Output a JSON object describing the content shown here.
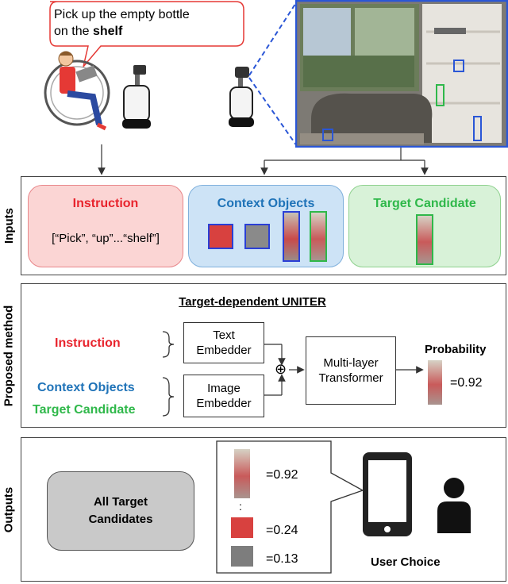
{
  "speech": {
    "line1": "Pick up the empty bottle",
    "line2": "on the ",
    "line2_bold": "shelf"
  },
  "sections": {
    "inputs": "Inputs",
    "proposed": "Proposed method",
    "outputs": "Outputs"
  },
  "inputs": {
    "instruction_title": "Instruction",
    "instruction_text": "[“Pick”, “up”...“shelf”]",
    "context_title": "Context Objects",
    "target_title": "Target Candidate"
  },
  "method": {
    "title": "Target-dependent UNITER",
    "instruction": "Instruction",
    "context": "Context Objects",
    "target": "Target Candidate",
    "text_embedder": "Text\nEmbedder",
    "image_embedder": "Image\nEmbedder",
    "transformer": "Multi-layer\nTransformer",
    "probability_label": "Probability",
    "probability_value": "=0.92",
    "plus_symbol": "⊕"
  },
  "outputs": {
    "all_candidates": "All Target\nCandidates",
    "scores": [
      "=0.92",
      "=0.24",
      "=0.13"
    ],
    "dots": ":",
    "user_choice": "User Choice"
  },
  "colors": {
    "red": "#e8242d",
    "blue": "#1f73b8",
    "green": "#2fb84a"
  }
}
